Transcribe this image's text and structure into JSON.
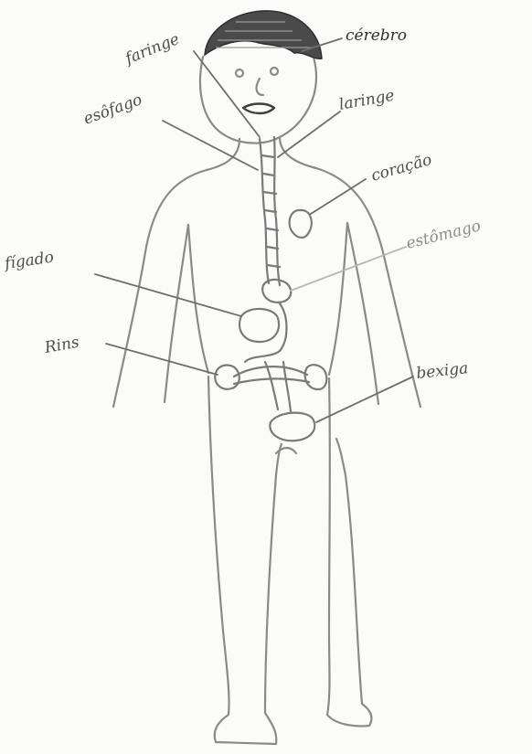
{
  "labels": {
    "cerebro": "cérebro",
    "faringe": "faringe",
    "esofago": "esôfago",
    "laringe": "laringe",
    "coracao": "coração",
    "estomago": "estômago",
    "figado": "fígado",
    "rins": "Rins",
    "bexiga": "bexiga"
  }
}
